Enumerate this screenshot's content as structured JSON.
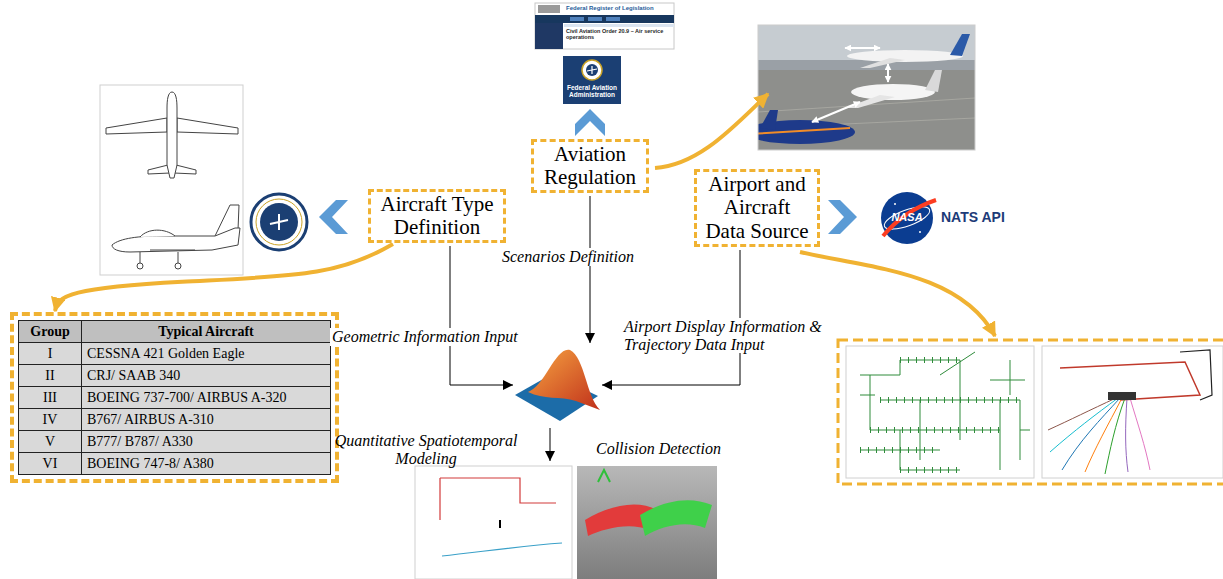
{
  "diagram": {
    "nodes": [
      {
        "text": [
          "Aviation Regulation"
        ]
      },
      {
        "text": [
          "Aircraft Type Definition"
        ]
      },
      {
        "text": [
          "Airport and Aircraft Data Source"
        ]
      },
      {
        "text": [
          "Group",
          "Typical Aircraft",
          "I",
          "CESSNA 421 Golden Eagle",
          "II",
          "CRJ/ SAAB 340",
          "III",
          "BOEING 737-700/ AIRBUS A-320",
          "IV",
          "B767/ AIRBUS A-310",
          "V",
          "B777/ B787/ A330",
          "VI",
          "BOEING 747-8/ A380"
        ]
      }
    ],
    "edges": [
      {
        "from": 1,
        "to": 3,
        "arrow": "to"
      }
    ],
    "labels": [
      "Federal Register of Legislation",
      "Civil Aviation Order 20.9 – Air service operations",
      "Federal Aviation Administration",
      "NASA",
      "NATS API",
      "Scenarios Definition",
      "Geometric Information Input",
      "Airport Display Information & Trajectory Data Input",
      "Quantitative Spatiotemporal Modeling",
      "Collision Detection"
    ]
  }
}
